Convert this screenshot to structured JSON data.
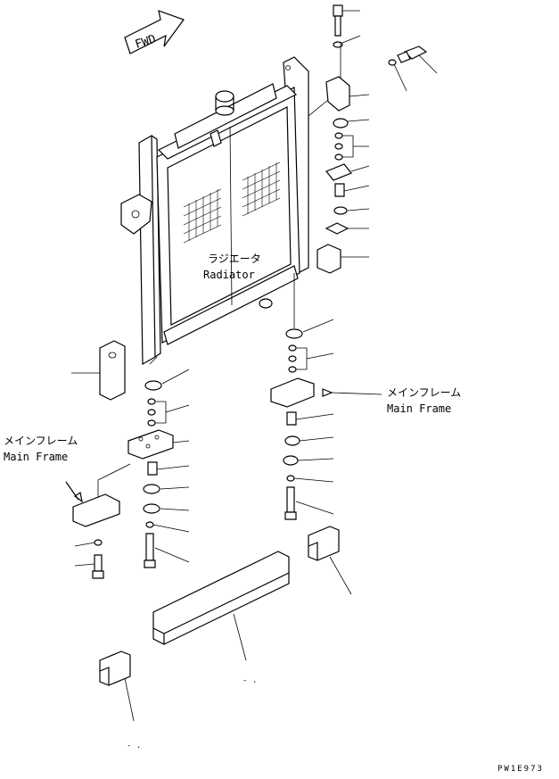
{
  "labels": {
    "fwd": "FWD",
    "radiator_jp": "ラジエータ",
    "radiator_en": "Radiator",
    "main_frame_right_jp": "メインフレーム",
    "main_frame_right_en": "Main Frame",
    "main_frame_left_jp": "メインフレーム",
    "main_frame_left_en": "Main Frame",
    "figure_code": "PW1E973"
  }
}
